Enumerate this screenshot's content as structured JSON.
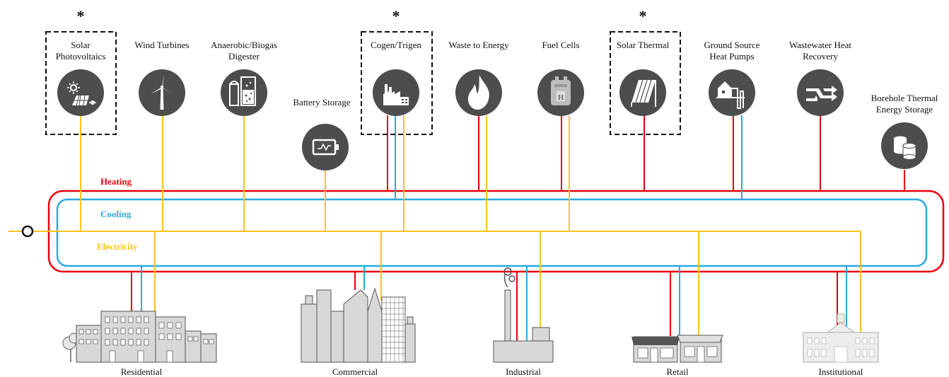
{
  "colors": {
    "heating": "#e8000d",
    "cooling": "#29a9e1",
    "electricity": "#fbc31d",
    "icon_circle": "#4d4d4d"
  },
  "sources": [
    {
      "id": "solar-pv",
      "line1": "Solar",
      "line2": "Photovoltaics",
      "icon": "solar-panel-icon",
      "marked": true
    },
    {
      "id": "wind",
      "line1": "Wind Turbines",
      "line2": "",
      "icon": "wind-turbine-icon",
      "marked": false
    },
    {
      "id": "biogas",
      "line1": "Anaerobic/Biogas",
      "line2": "Digester",
      "icon": "digester-icon",
      "marked": false
    },
    {
      "id": "battery",
      "line1": "Battery Storage",
      "line2": "",
      "icon": "battery-icon",
      "marked": false
    },
    {
      "id": "cogen",
      "line1": "Cogen/Trigen",
      "line2": "",
      "icon": "factory-icon",
      "marked": true
    },
    {
      "id": "waste",
      "line1": "Waste to Energy",
      "line2": "",
      "icon": "flame-icon",
      "marked": false
    },
    {
      "id": "fuelcell",
      "line1": "Fuel Cells",
      "line2": "",
      "icon": "fuel-cell-icon",
      "marked": false
    },
    {
      "id": "solar-thermal",
      "line1": "Solar Thermal",
      "line2": "",
      "icon": "solar-thermal-icon",
      "marked": true
    },
    {
      "id": "gshp",
      "line1": "Ground Source",
      "line2": "Heat Pumps",
      "icon": "house-heat-pump-icon",
      "marked": false
    },
    {
      "id": "wwhr",
      "line1": "Wastewater Heat",
      "line2": "Recovery",
      "icon": "exchange-arrows-icon",
      "marked": false
    },
    {
      "id": "btes",
      "line1": "Borehole Thermal",
      "line2": "Energy Storage",
      "icon": "storage-tanks-icon",
      "marked": false
    }
  ],
  "loop_labels": {
    "heating": "Heating",
    "cooling": "Cooling",
    "electricity": "Electricity"
  },
  "marker": "*",
  "consumers": [
    {
      "id": "residential",
      "label": "Residential",
      "icon": "houses-icon"
    },
    {
      "id": "commercial",
      "label": "Commercial",
      "icon": "skyscrapers-icon"
    },
    {
      "id": "industrial",
      "label": "Industrial",
      "icon": "industrial-plant-icon"
    },
    {
      "id": "retail",
      "label": "Retail",
      "icon": "storefront-icon"
    },
    {
      "id": "institutional",
      "label": "Institutional",
      "icon": "institution-icon"
    }
  ]
}
